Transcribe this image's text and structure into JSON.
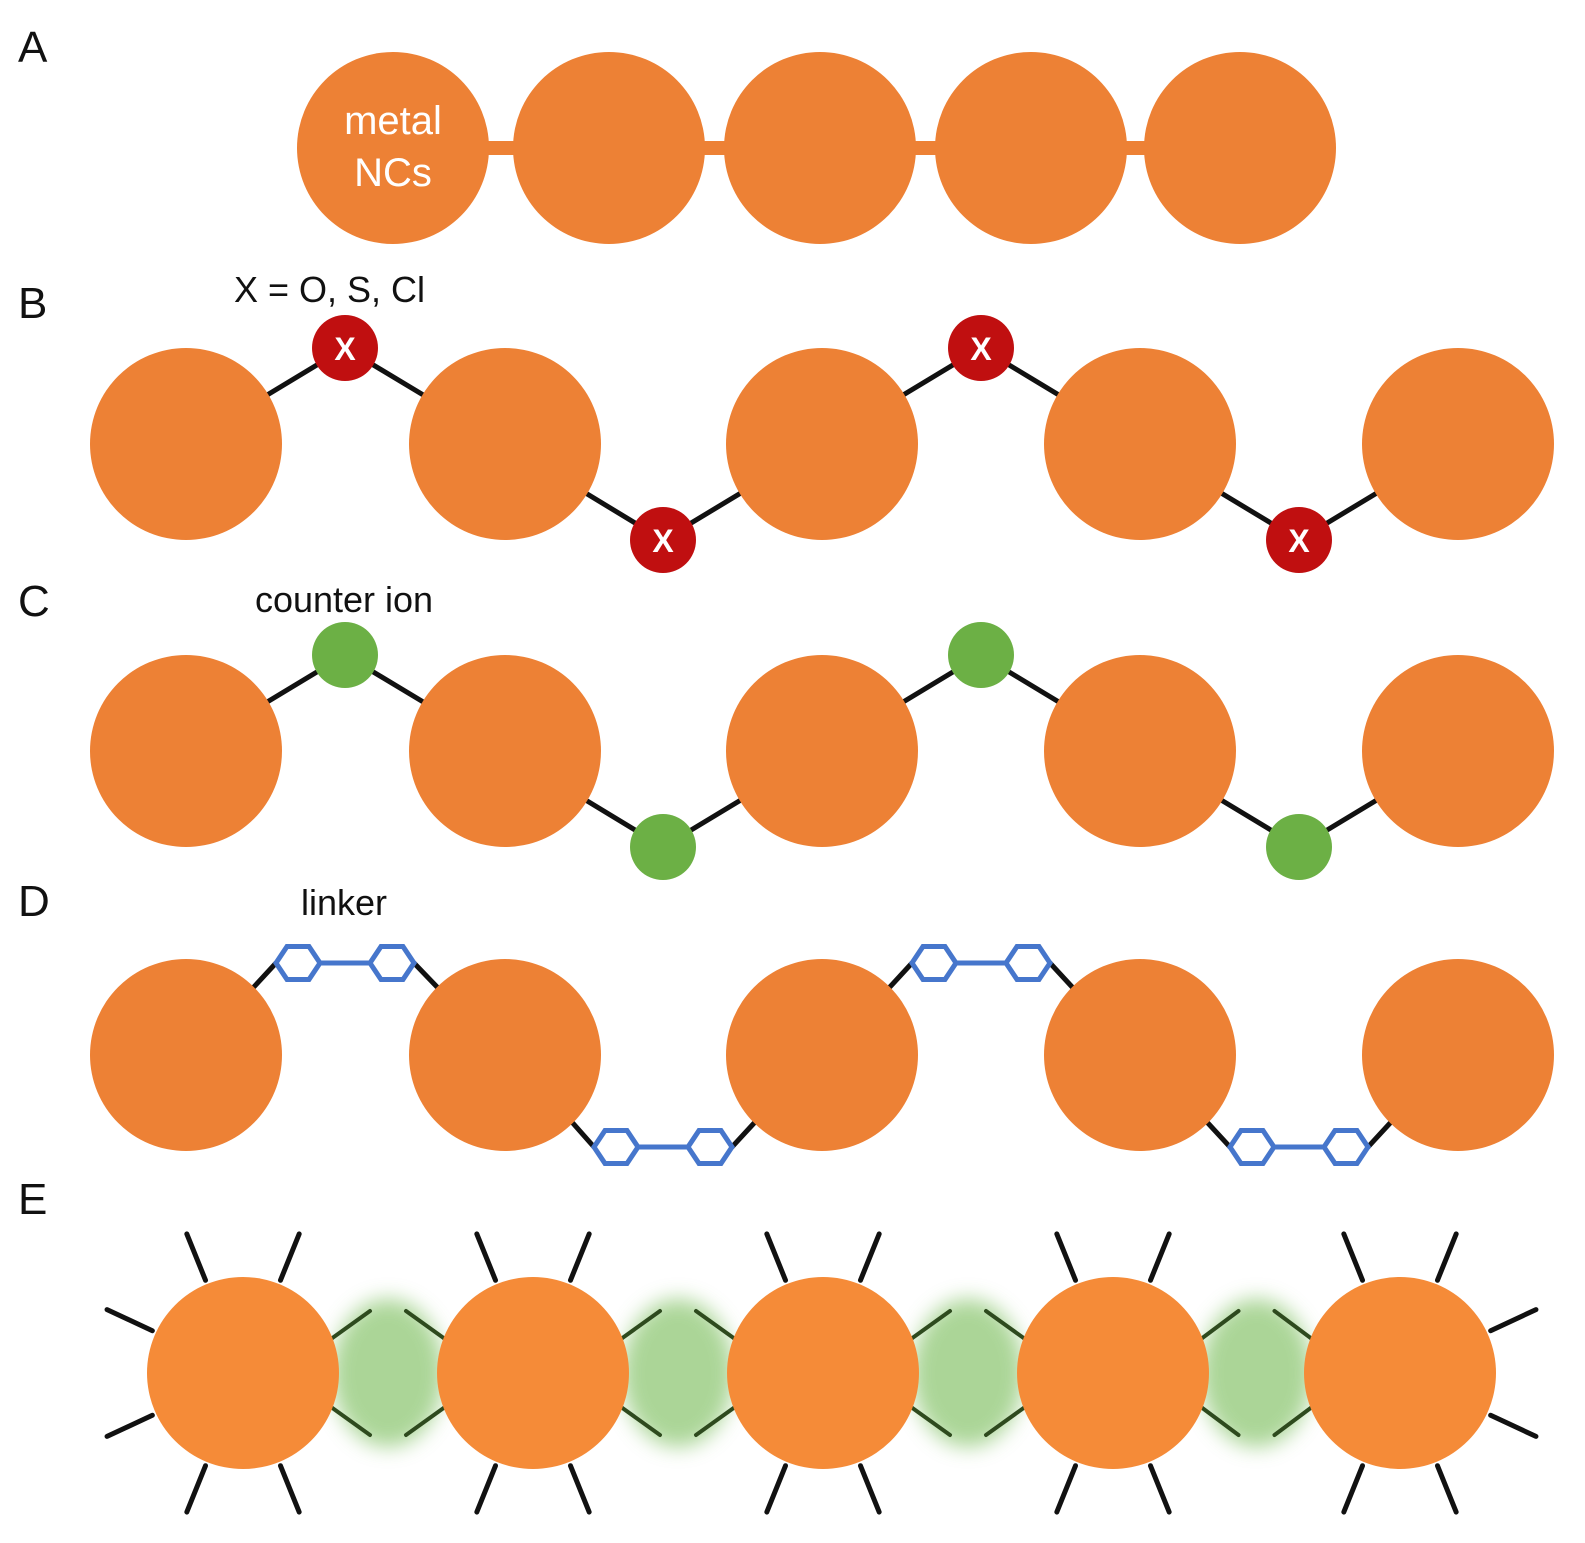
{
  "colors": {
    "nanocluster": "#ED8135",
    "nanocluster_e": "#F58B38",
    "heteroatom": "#C00F10",
    "counter_ion": "#6CB045",
    "linker": "#4676CC",
    "bond": "#111111",
    "halo": "#8FC874",
    "dashed_bond": "#2E4A1E"
  },
  "panels": {
    "a": {
      "label": "A",
      "nc_text_line1": "metal",
      "nc_text_line2": "NCs"
    },
    "b": {
      "label": "B",
      "note": "X = O, S, Cl",
      "atom_symbol": "X"
    },
    "c": {
      "label": "C",
      "note": "counter ion"
    },
    "d": {
      "label": "D",
      "note": "linker"
    },
    "e": {
      "label": "E"
    }
  }
}
